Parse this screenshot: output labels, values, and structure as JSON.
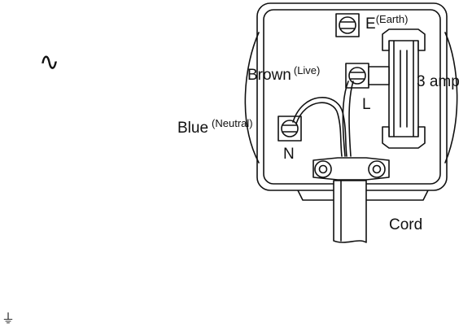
{
  "labels": {
    "earth_letter": "E",
    "earth_note": "(Earth)",
    "live_color": "Brown",
    "live_note": "(Live)",
    "live_letter": "L",
    "fuse_rating": "3 amp",
    "neutral_color": "Blue",
    "neutral_note": "(Neutral)",
    "neutral_letter": "N",
    "cord": "Cord"
  },
  "symbols": {
    "ac_symbol": "∿",
    "ground_symbol": "⏚"
  },
  "icons": [
    "ac-symbol-icon",
    "ground-symbol-icon",
    "terminal-screw-icon",
    "cord-clamp-screw-icon"
  ],
  "colors": {
    "line": "#111111",
    "background": "#ffffff"
  }
}
